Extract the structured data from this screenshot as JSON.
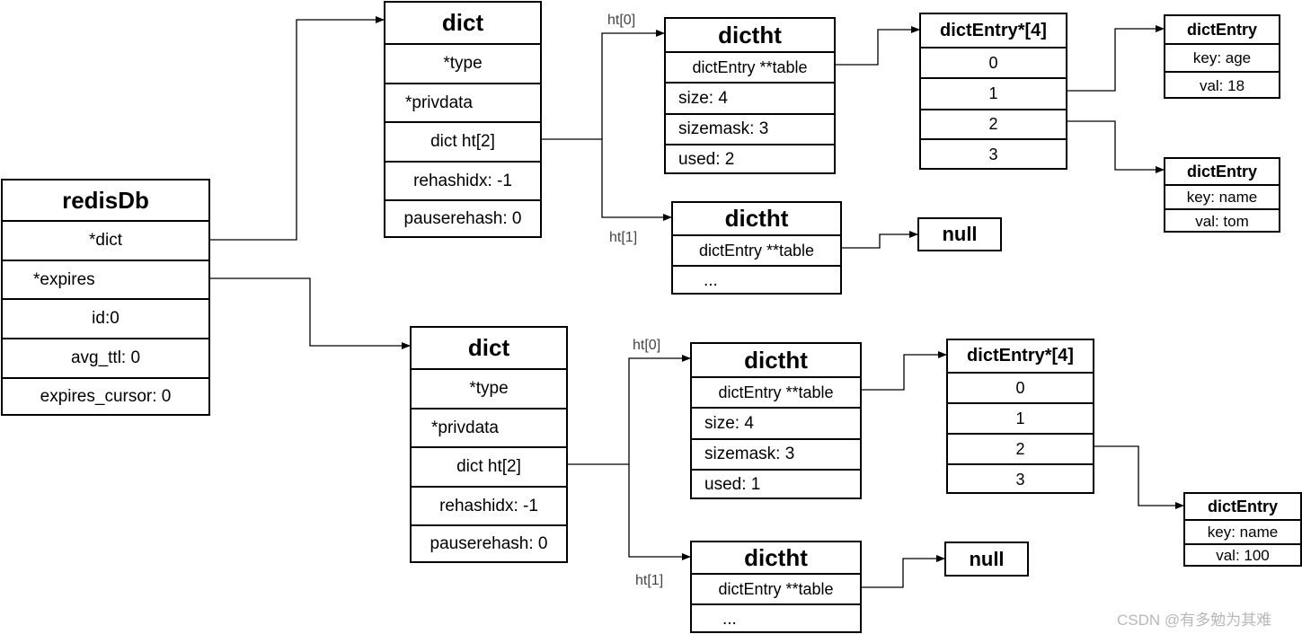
{
  "redisDb": {
    "title": "redisDb",
    "fields": [
      "*dict",
      "*expires",
      "id:0",
      "avg_ttl: 0",
      "expires_cursor: 0"
    ]
  },
  "dict_top": {
    "title": "dict",
    "fields": [
      "*type",
      "*privdata",
      "dict ht[2]",
      "rehashidx: -1",
      "pauserehash: 0"
    ]
  },
  "dict_bottom": {
    "title": "dict",
    "fields": [
      "*type",
      "*privdata",
      "dict ht[2]",
      "rehashidx: -1",
      "pauserehash: 0"
    ]
  },
  "labels": {
    "top_ht0": "ht[0]",
    "top_ht1": "ht[1]",
    "bottom_ht0": "ht[0]",
    "bottom_ht1": "ht[1]"
  },
  "dictht_top0": {
    "title": "dictht",
    "fields": [
      "dictEntry **table",
      "size: 4",
      "sizemask: 3",
      "used: 2"
    ]
  },
  "dictht_top1": {
    "title": "dictht",
    "fields": [
      "dictEntry **table",
      "..."
    ]
  },
  "dictht_bottom0": {
    "title": "dictht",
    "fields": [
      "dictEntry **table",
      "size: 4",
      "sizemask: 3",
      "used: 1"
    ]
  },
  "dictht_bottom1": {
    "title": "dictht",
    "fields": [
      "dictEntry **table",
      "..."
    ]
  },
  "null_top": "null",
  "null_bottom": "null",
  "array_top": {
    "title": "dictEntry*[4]",
    "slots": [
      "0",
      "1",
      "2",
      "3"
    ]
  },
  "array_bottom": {
    "title": "dictEntry*[4]",
    "slots": [
      "0",
      "1",
      "2",
      "3"
    ]
  },
  "entry_top1": {
    "title": "dictEntry",
    "fields": [
      "key: age",
      "val: 18"
    ]
  },
  "entry_top2": {
    "title": "dictEntry",
    "fields": [
      "key: name",
      "val: tom"
    ]
  },
  "entry_bottom": {
    "title": "dictEntry",
    "fields": [
      "key: name",
      "val: 100"
    ]
  },
  "watermark": "CSDN @有多勉为其难"
}
